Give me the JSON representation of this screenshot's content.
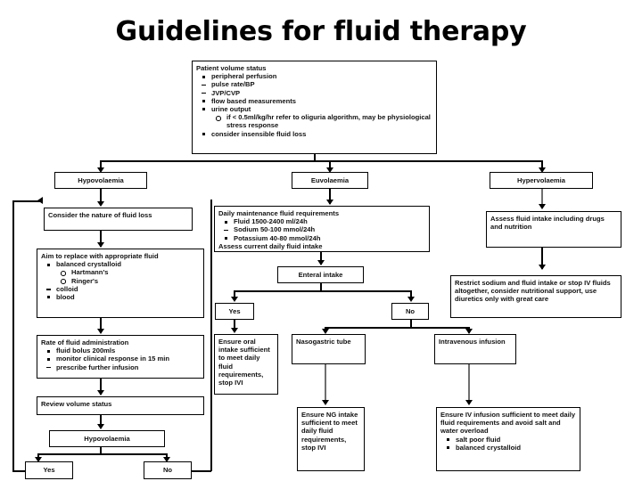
{
  "title": "Guidelines for fluid therapy",
  "nodes": {
    "assessment": {
      "heading": "Patient volume status",
      "bullets": [
        "peripheral perfusion",
        "pulse rate/BP",
        "JVP/CVP",
        "flow based measurements",
        "urine output"
      ],
      "subbullet": "if < 0.5ml/kg/hr refer to oliguria algorithm, may be physiological stress response",
      "last_bullet": "consider insensible fluid loss"
    },
    "hypovolaemia": "Hypovolaemia",
    "euvolaemia": "Euvolaemia",
    "hypervolaemia": "Hypervolaemia",
    "consider_nature": "Consider the nature of fluid loss",
    "aim_replace": {
      "heading": "Aim to replace with appropriate fluid",
      "bullets": [
        "balanced crystalloid"
      ],
      "subbullets": [
        "Hartmann's",
        "Ringer's"
      ],
      "dash_bullets": [
        "colloid"
      ],
      "tail_bullets": [
        "blood"
      ]
    },
    "rate_admin": {
      "heading": "Rate of fluid administration",
      "bullets": [
        "fluid bolus 200mls",
        "monitor clinical response in 15 min"
      ],
      "dash_bullets": [
        "prescribe further infusion"
      ]
    },
    "review_volume": "Review volume status",
    "hypovolaemia_recheck": "Hypovolaemia",
    "yes_left": "Yes",
    "no_left": "No",
    "daily_maintenance": {
      "heading": "Daily maintenance fluid requirements",
      "bullets": [
        "Fluid 1500-2400 ml/24h",
        "Sodium 50-100 mmol/24h",
        "Potassium 40-80 mmol/24h"
      ],
      "footer": "Assess current daily fluid intake"
    },
    "enteral_intake": "Enteral intake",
    "yes_mid": "Yes",
    "no_mid": "No",
    "ensure_oral": "Ensure oral intake sufficient to meet daily fluid requirements, stop IVI",
    "nasogastric_tube": "Nasogastric tube",
    "ensure_ng": "Ensure NG intake sufficient to meet daily fluid requirements, stop IVI",
    "assess_intake": "Assess fluid intake including drugs and nutrition",
    "restrict_sodium": "Restrict sodium and fluid intake or stop IV fluids altogether, consider nutritional support, use diuretics only with great care",
    "intravenous_infusion": "Intravenous infusion",
    "ensure_iv": {
      "heading": "Ensure IV infusion sufficient to meet daily fluid requirements and avoid salt and water overload",
      "bullets": [
        "salt poor fluid",
        "balanced crystalloid"
      ]
    }
  },
  "colors": {
    "background": "#ffffff",
    "ink": "#000000",
    "connector": "#6f6f6f"
  }
}
